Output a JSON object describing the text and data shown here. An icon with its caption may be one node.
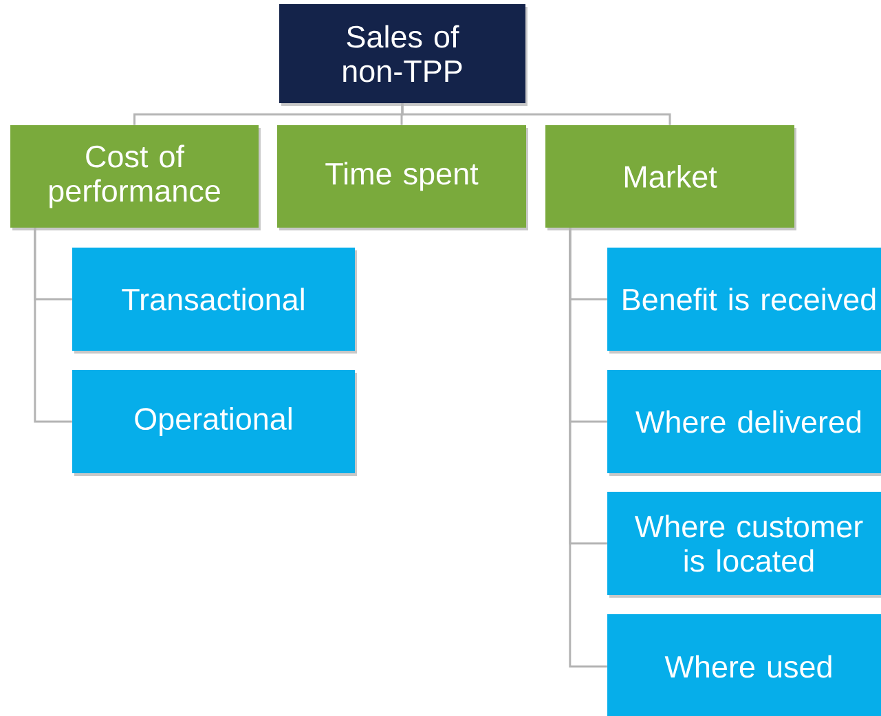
{
  "diagram": {
    "nodes": [
      {
        "text": [
          "Sales of non-TPP"
        ]
      },
      {
        "text": [
          "Cost of performance"
        ]
      },
      {
        "text": [
          "Time spent"
        ]
      },
      {
        "text": [
          "Market"
        ]
      },
      {
        "text": [
          "Transactional"
        ]
      },
      {
        "text": [
          "Operational"
        ]
      },
      {
        "text": [
          "Benefit is received"
        ]
      },
      {
        "text": [
          "Where delivered"
        ]
      },
      {
        "text": [
          "Where customer is located"
        ]
      },
      {
        "text": [
          "Where used"
        ]
      }
    ],
    "edges": [
      {
        "from": 0,
        "to": 1,
        "arrow": "none"
      },
      {
        "from": 0,
        "to": 2,
        "arrow": "none"
      },
      {
        "from": 0,
        "to": 3,
        "arrow": "none"
      },
      {
        "from": 1,
        "to": 4,
        "arrow": "none"
      },
      {
        "from": 1,
        "to": 5,
        "arrow": "none"
      },
      {
        "from": 3,
        "to": 6,
        "arrow": "none"
      },
      {
        "from": 3,
        "to": 7,
        "arrow": "none"
      },
      {
        "from": 3,
        "to": 8,
        "arrow": "none"
      },
      {
        "from": 3,
        "to": 9,
        "arrow": "none"
      }
    ]
  }
}
